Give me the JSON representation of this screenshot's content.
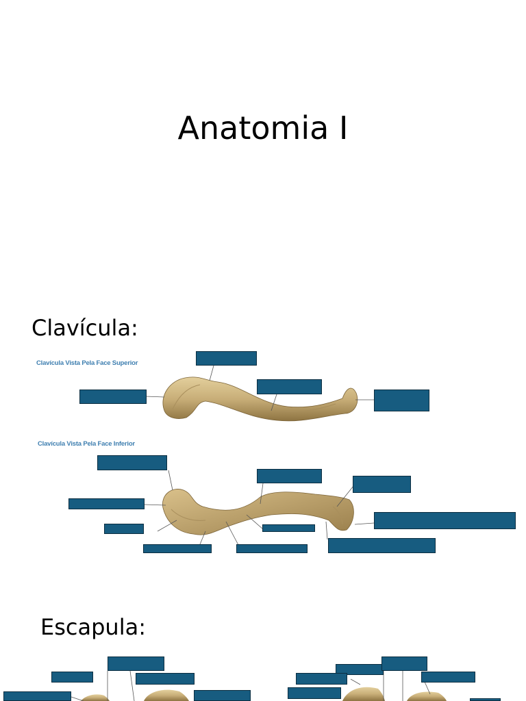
{
  "title": "Anatomia I",
  "sections": {
    "clavicula": {
      "heading": "Clavícula:",
      "superior_caption": "Clavícula Vista Pela Face Superior",
      "inferior_caption": "Clavícula Vista Pela Face Inferior"
    },
    "escapula": {
      "heading": "Escapula:"
    }
  },
  "colors": {
    "label_fill": "#175c80",
    "bone": "#c8ae78",
    "bone_shadow": "#9c8250",
    "caption": "#3f7fb0"
  }
}
